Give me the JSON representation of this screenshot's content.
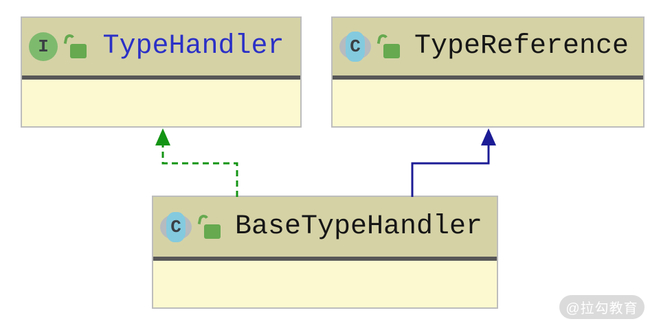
{
  "nodes": {
    "typeHandler": {
      "title": "TypeHandler",
      "kind": "interface",
      "icon_glyph": "I",
      "visibility": "public"
    },
    "typeReference": {
      "title": "TypeReference",
      "kind": "class",
      "icon_glyph": "C",
      "visibility": "public"
    },
    "baseTypeHandler": {
      "title": "BaseTypeHandler",
      "kind": "class",
      "icon_glyph": "C",
      "visibility": "public"
    }
  },
  "edges": [
    {
      "name": "implements-edge",
      "from": "BaseTypeHandler",
      "to": "TypeHandler",
      "relation": "implements",
      "style": "dashed",
      "color": "#149414"
    },
    {
      "name": "extends-edge",
      "from": "BaseTypeHandler",
      "to": "TypeReference",
      "relation": "extends",
      "style": "solid",
      "color": "#1c1c96"
    }
  ],
  "colors": {
    "node_header_bg": "#d5d2a6",
    "node_body_bg": "#fcf9d0",
    "node_border": "#bdbdbd",
    "separator": "#575757",
    "interface_icon_green": "#7eba6e",
    "lock_icon_green": "#66a94f",
    "class_icon_blue": "#84cade",
    "title_blue": "#2b30c6",
    "title_dark": "#161616",
    "edge_green": "#149414",
    "edge_blue": "#1c1c96"
  },
  "watermark": {
    "text": "@拉勾教育"
  }
}
